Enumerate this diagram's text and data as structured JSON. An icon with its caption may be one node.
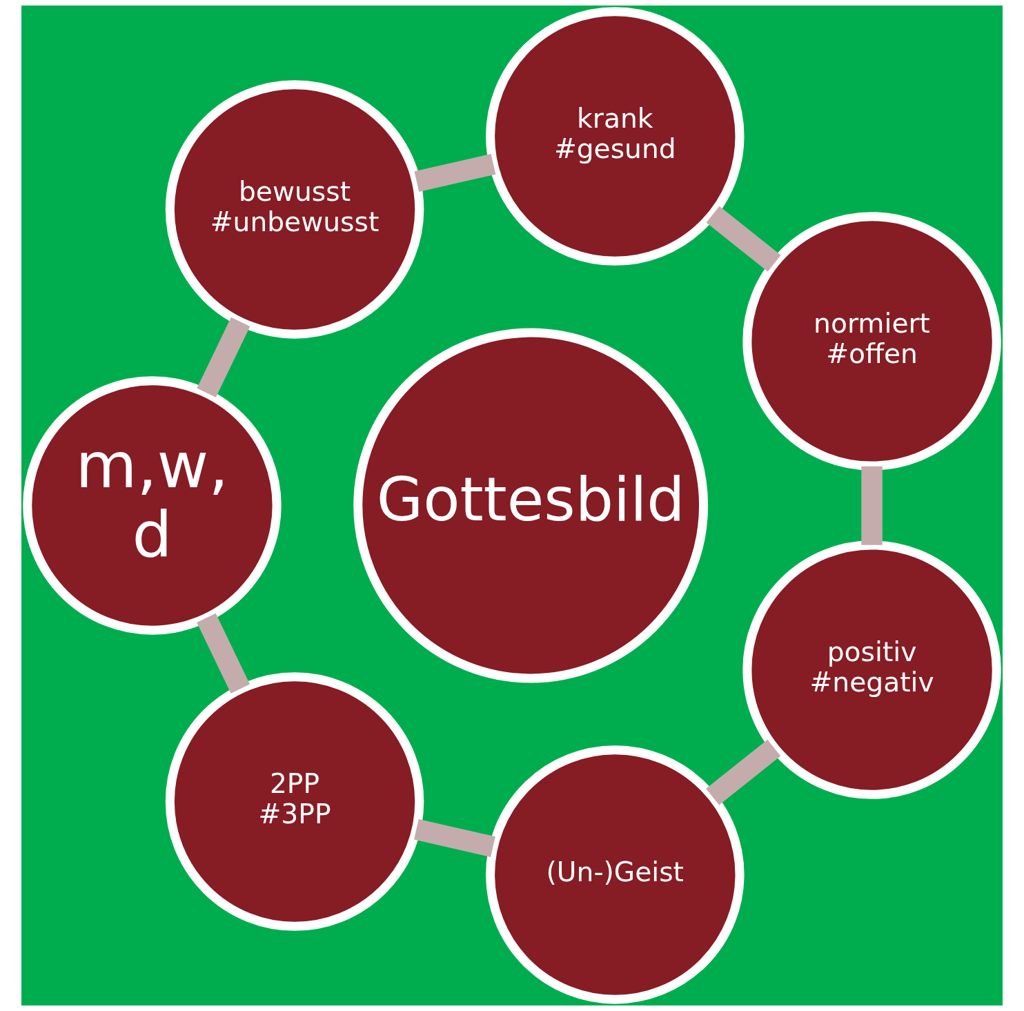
{
  "diagram": {
    "nodes": [
      {
        "text": [
          "normiert #offen"
        ]
      },
      {
        "text": [
          "krank #gesund"
        ]
      },
      {
        "text": [
          "positiv #negativ"
        ]
      },
      {
        "text": [
          "Gottesbild"
        ]
      },
      {
        "text": [
          "bewusst #unbewusst"
        ]
      },
      {
        "text": [
          "(Un-)Geist"
        ]
      },
      {
        "text": [
          "m,w, d"
        ]
      },
      {
        "text": [
          "2PP #3PP"
        ]
      }
    ],
    "edges": [
      {
        "from": 0,
        "to": 2,
        "arrow": "none"
      },
      {
        "from": 2,
        "to": 5,
        "arrow": "none"
      },
      {
        "from": 5,
        "to": 7,
        "arrow": "none"
      },
      {
        "from": 7,
        "to": 6,
        "arrow": "none"
      },
      {
        "from": 6,
        "to": 4,
        "arrow": "none"
      },
      {
        "from": 4,
        "to": 1,
        "arrow": "none"
      },
      {
        "from": 1,
        "to": 0,
        "arrow": "none"
      }
    ]
  }
}
